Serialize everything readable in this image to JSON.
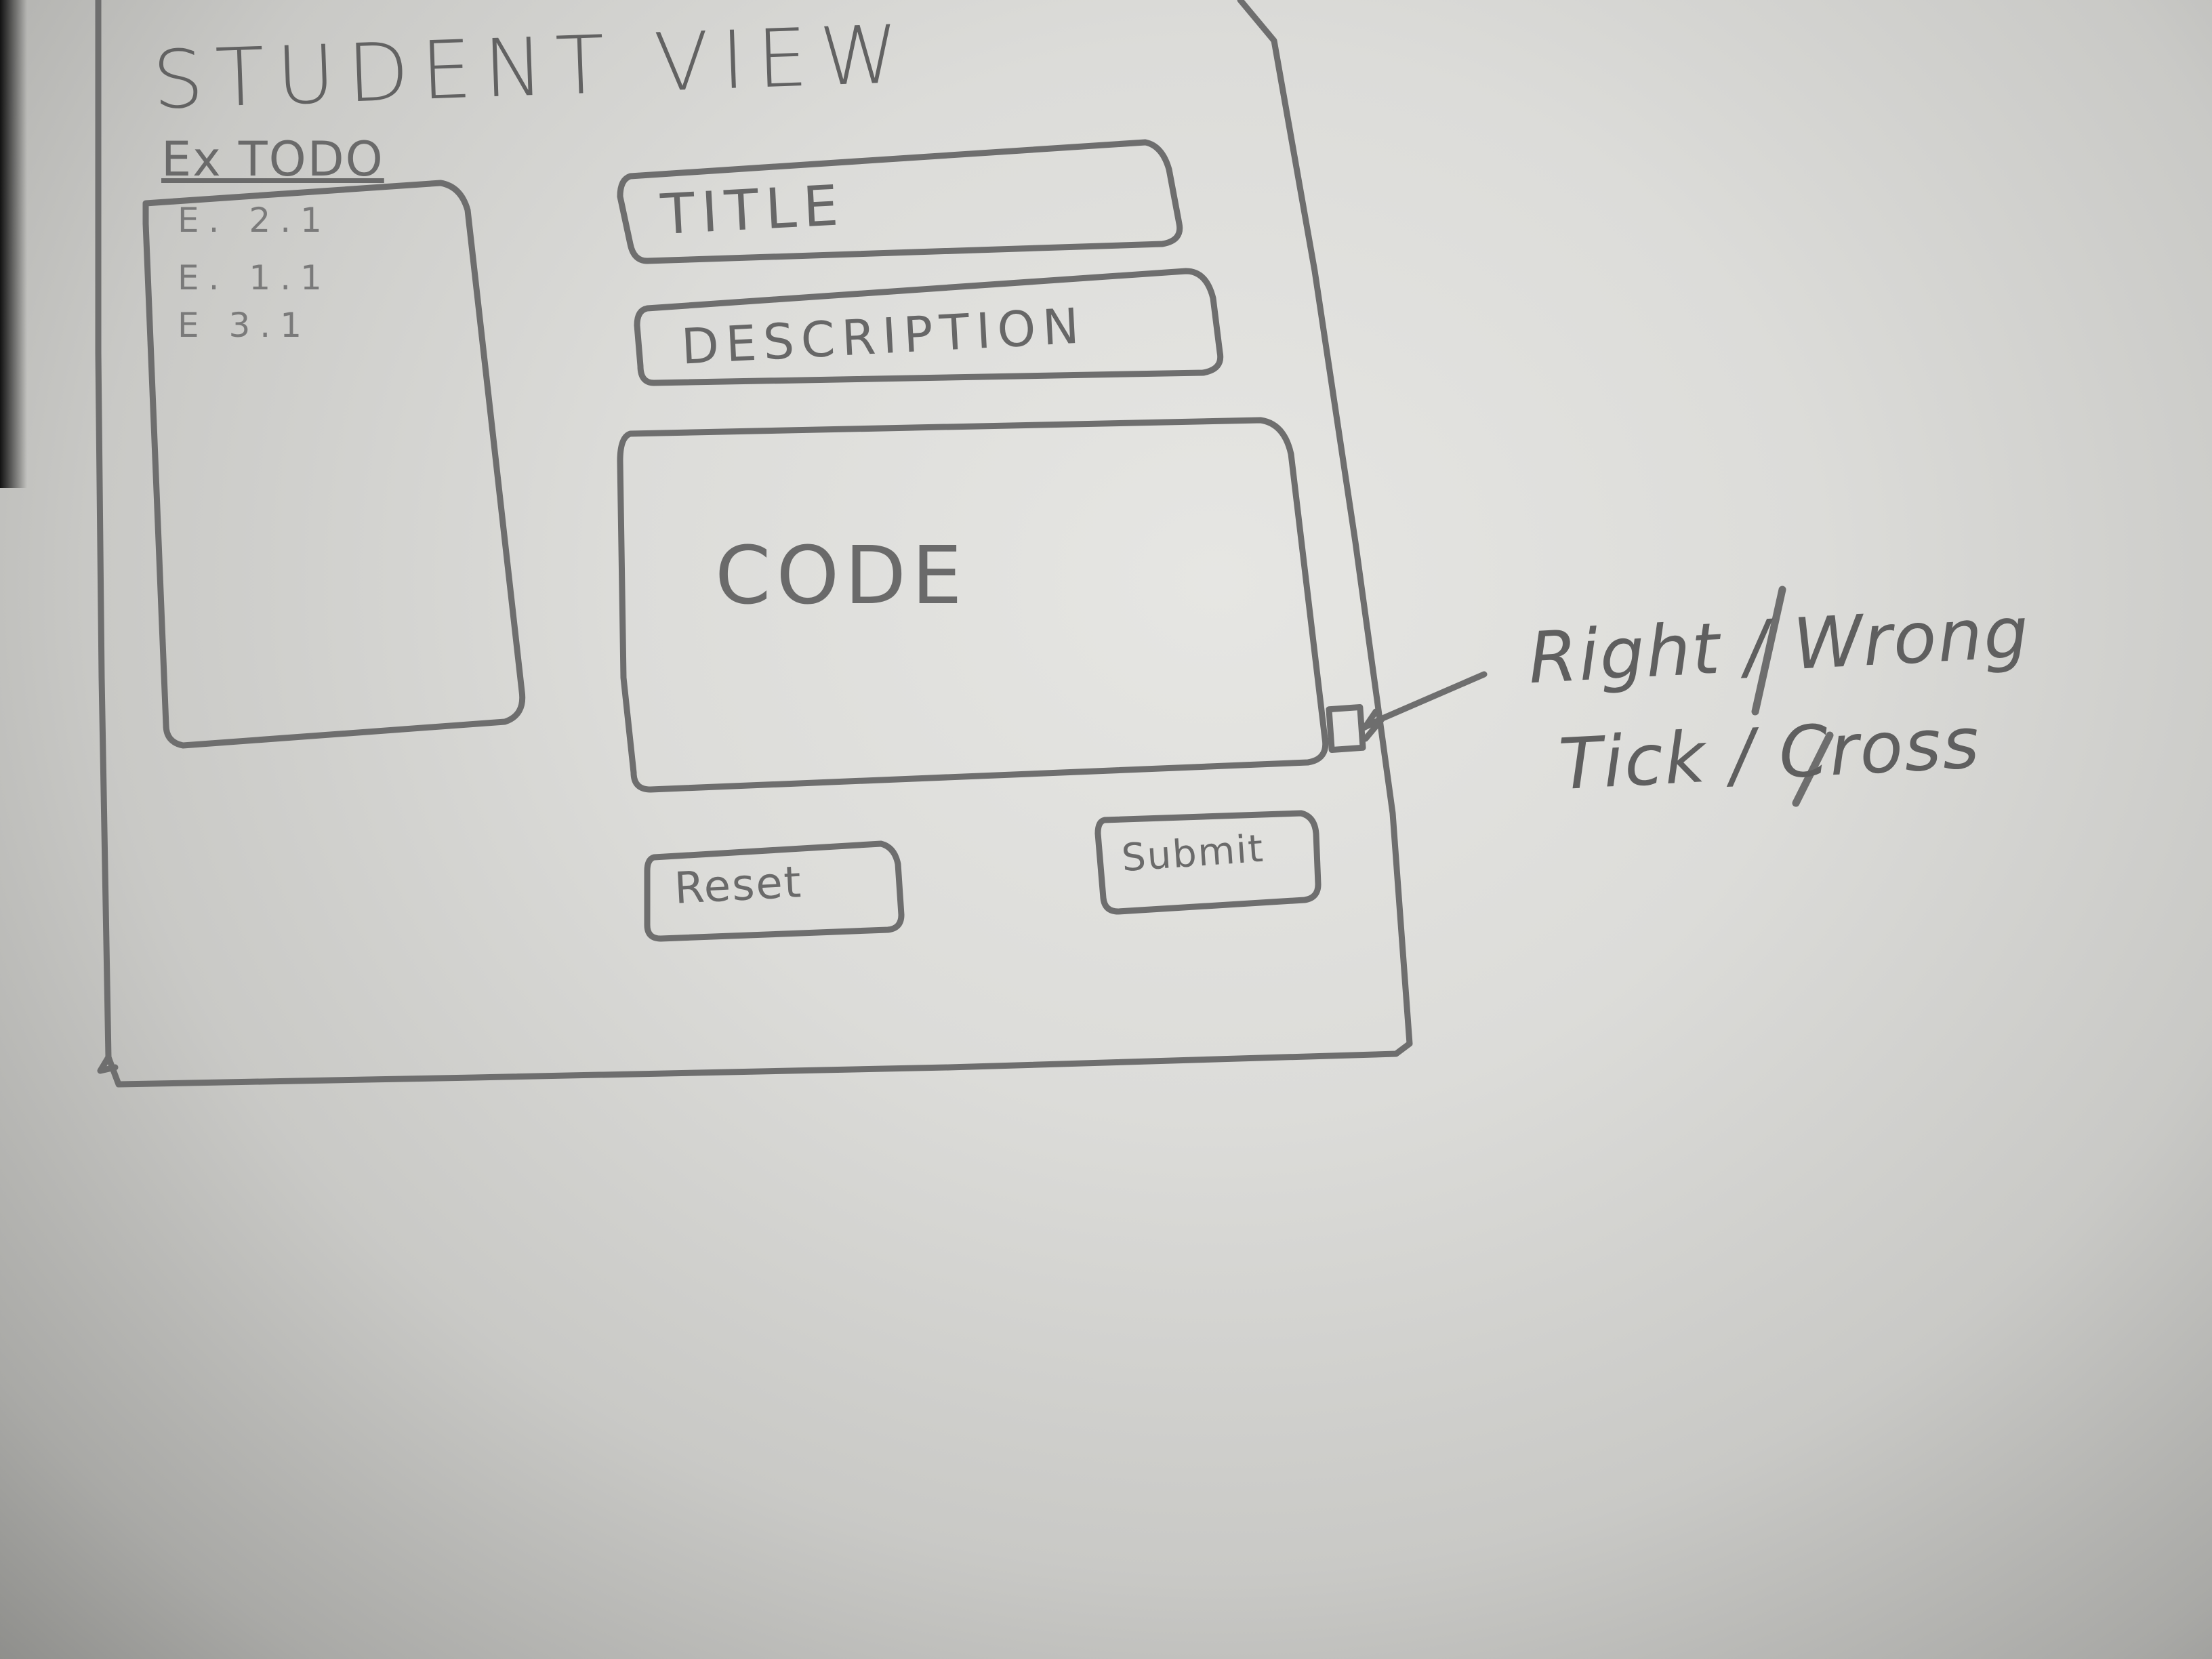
{
  "sketch": {
    "title": "STUDENT VIEW",
    "todo_heading": "Ex TODO",
    "todo_items": [
      "E. 2.1",
      "E. 1.1",
      "E 3.1"
    ],
    "title_field": "TITLE",
    "description_field": "DESCRIPTION",
    "code_area": "CODE",
    "reset_button": "Reset",
    "submit_button": "Submit",
    "indicator_annotation_line1": "Right / Wrong",
    "indicator_annotation_line2": "Tick / Cross"
  },
  "colors": {
    "paper": "#dcdcd9",
    "pencil": "#6d6d6d",
    "vignette": "#8f8f8c"
  }
}
